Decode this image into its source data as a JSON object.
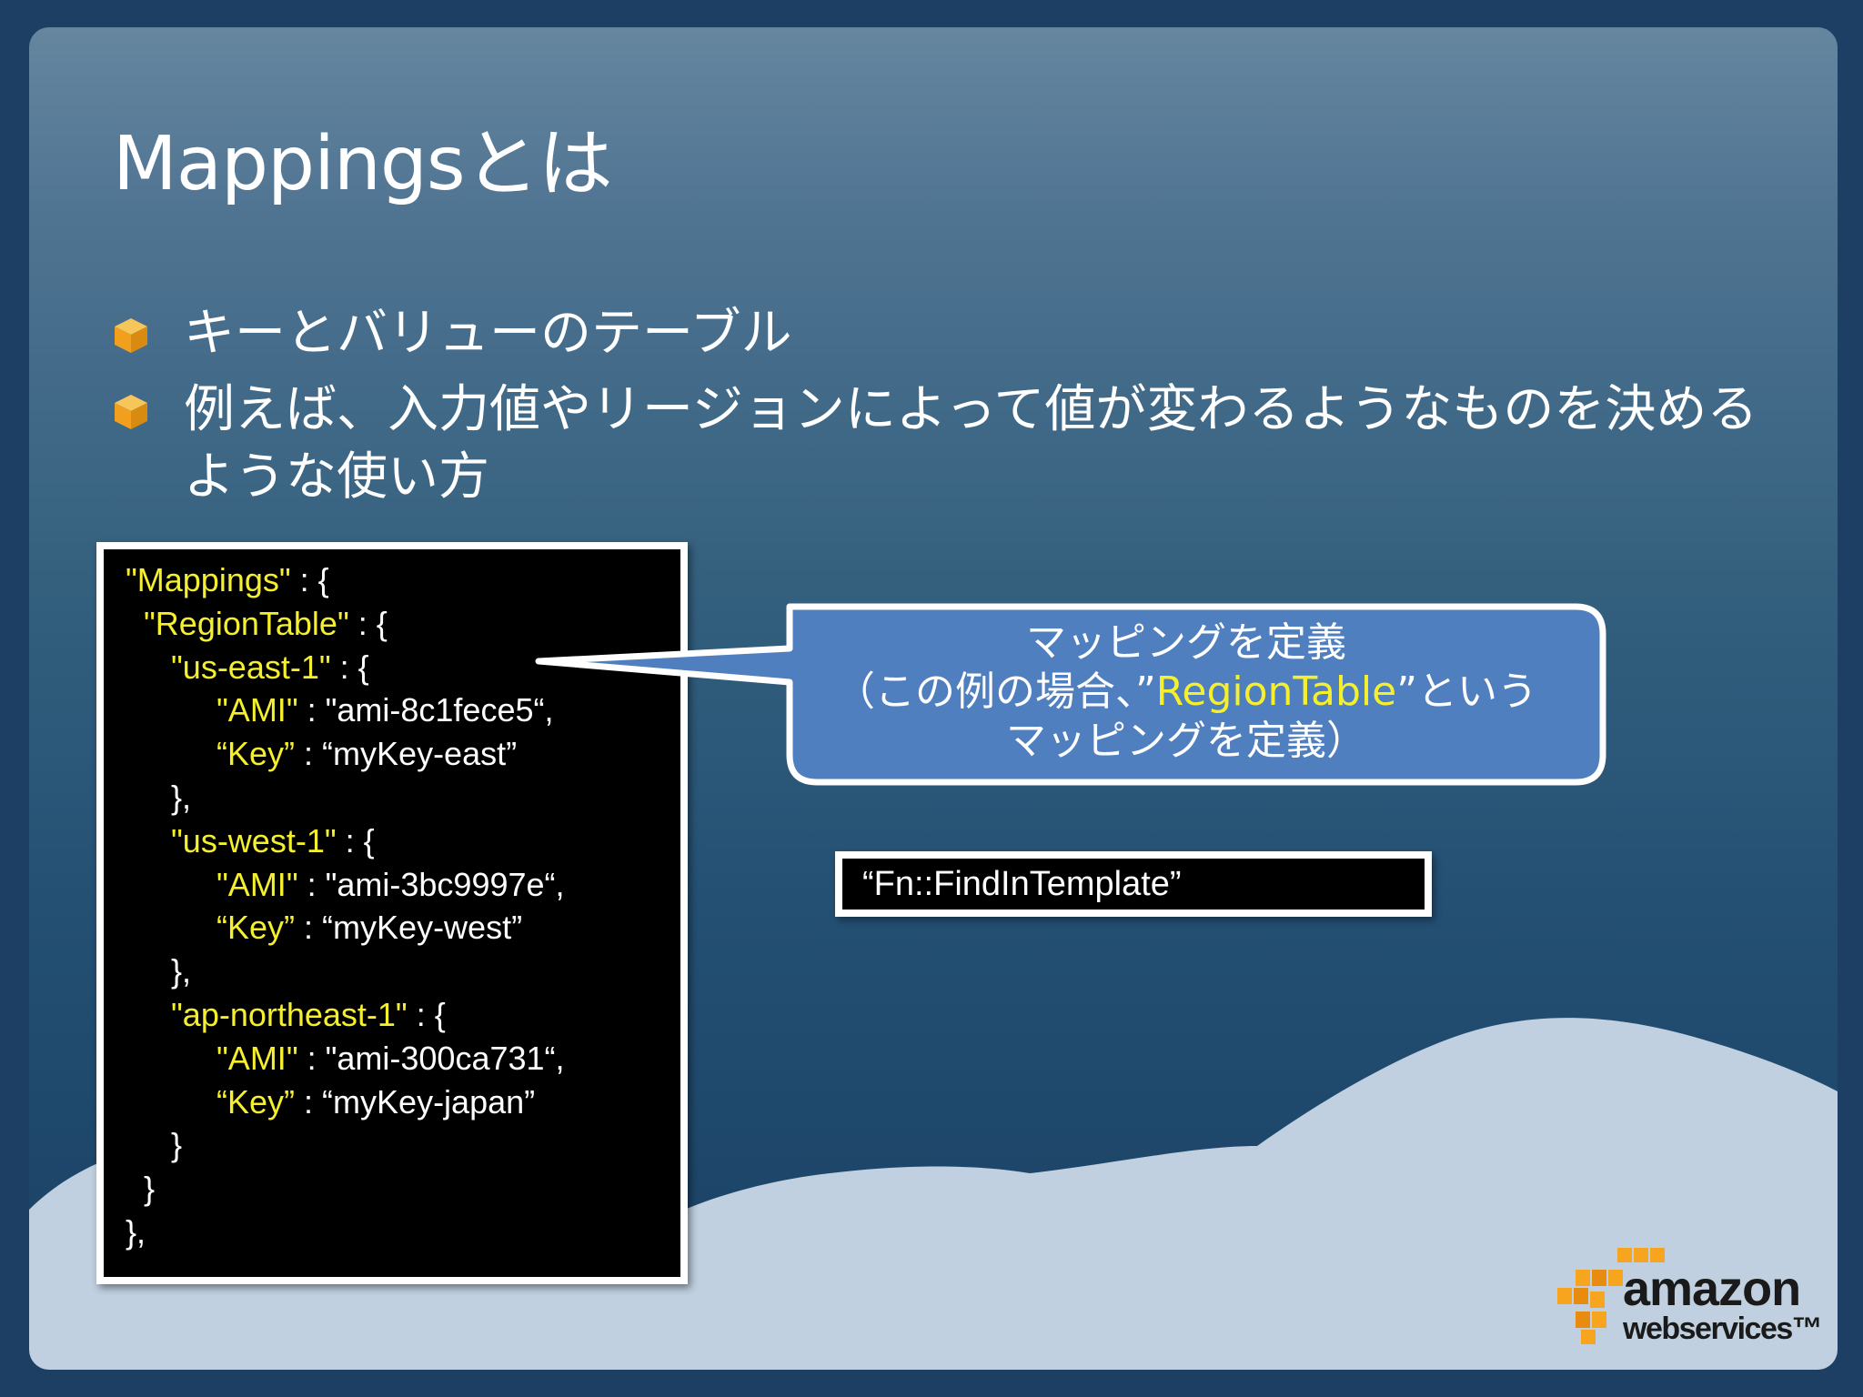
{
  "slide": {
    "title": "Mappingsとは",
    "bullets": [
      {
        "icon": "cube-bullet-icon",
        "text": "キーとバリューのテーブル"
      },
      {
        "icon": "cube-bullet-icon",
        "text": "例えば、入力値やリージョンによって値が変わるようなものを決めるような使い方"
      }
    ]
  },
  "code": {
    "lines": [
      {
        "indent": "",
        "key": "\"Mappings\"",
        "rest": " : {"
      },
      {
        "indent": "  ",
        "key": "\"RegionTable\"",
        "rest": " : {"
      },
      {
        "indent": "     ",
        "key": "\"us-east-1\"",
        "rest": " : {"
      },
      {
        "indent": "          ",
        "key": "\"AMI\"",
        "rest": " : \"ami-8c1fece5“,"
      },
      {
        "indent": "          ",
        "key": "“Key”",
        "rest": " : “myKey-east”"
      },
      {
        "indent": "     ",
        "key": "",
        "rest": "},"
      },
      {
        "indent": "     ",
        "key": "\"us-west-1\"",
        "rest": " : {"
      },
      {
        "indent": "          ",
        "key": "\"AMI\"",
        "rest": " : \"ami-3bc9997e“,"
      },
      {
        "indent": "          ",
        "key": "“Key”",
        "rest": " : “myKey-west”"
      },
      {
        "indent": "     ",
        "key": "",
        "rest": "},"
      },
      {
        "indent": "     ",
        "key": "\"ap-northeast-1\"",
        "rest": " : {"
      },
      {
        "indent": "          ",
        "key": "\"AMI\"",
        "rest": " : \"ami-300ca731“,"
      },
      {
        "indent": "          ",
        "key": "“Key”",
        "rest": " : “myKey-japan”"
      },
      {
        "indent": "     ",
        "key": "",
        "rest": "}"
      },
      {
        "indent": "  ",
        "key": "",
        "rest": "}"
      },
      {
        "indent": "",
        "key": "",
        "rest": "},"
      }
    ]
  },
  "callout": {
    "line1": "マッピングを定義",
    "line2_before": "（この例の場合、”",
    "line2_highlight": "RegionTable",
    "line2_after": "”という",
    "line3": "マッピングを定義）"
  },
  "function_box": {
    "text": "“Fn::FindInTemplate”"
  },
  "logo": {
    "brand": "amazon",
    "subtitle": "webservices™"
  },
  "colors": {
    "keyword": "#f5ef2d",
    "callout_fill": "#4f7fbf",
    "bullet_icon": "#f0a01e"
  }
}
